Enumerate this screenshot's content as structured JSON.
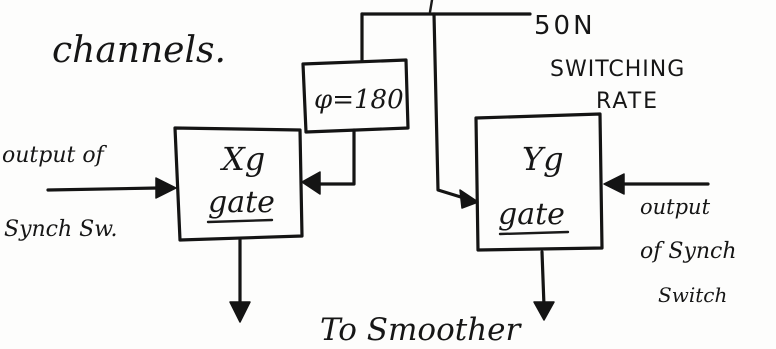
{
  "heading_fragment": "channels.",
  "phase_block": {
    "label": "φ=180"
  },
  "xg_gate": {
    "line1": "Xg",
    "line2": "gate"
  },
  "yg_gate": {
    "line1": "Yg",
    "line2": "gate"
  },
  "left_input": {
    "line1": "output of",
    "line2": "Synch Sw."
  },
  "right_input": {
    "line1": "output",
    "line2": "of Synch",
    "line3": "Switch"
  },
  "rate_label": {
    "line1": "50N",
    "line2": "SWITCHING",
    "line3": "RATE"
  },
  "output_label": "To Smoother",
  "colors": {
    "ink": "#141414",
    "paper": "#fdfdfc"
  }
}
